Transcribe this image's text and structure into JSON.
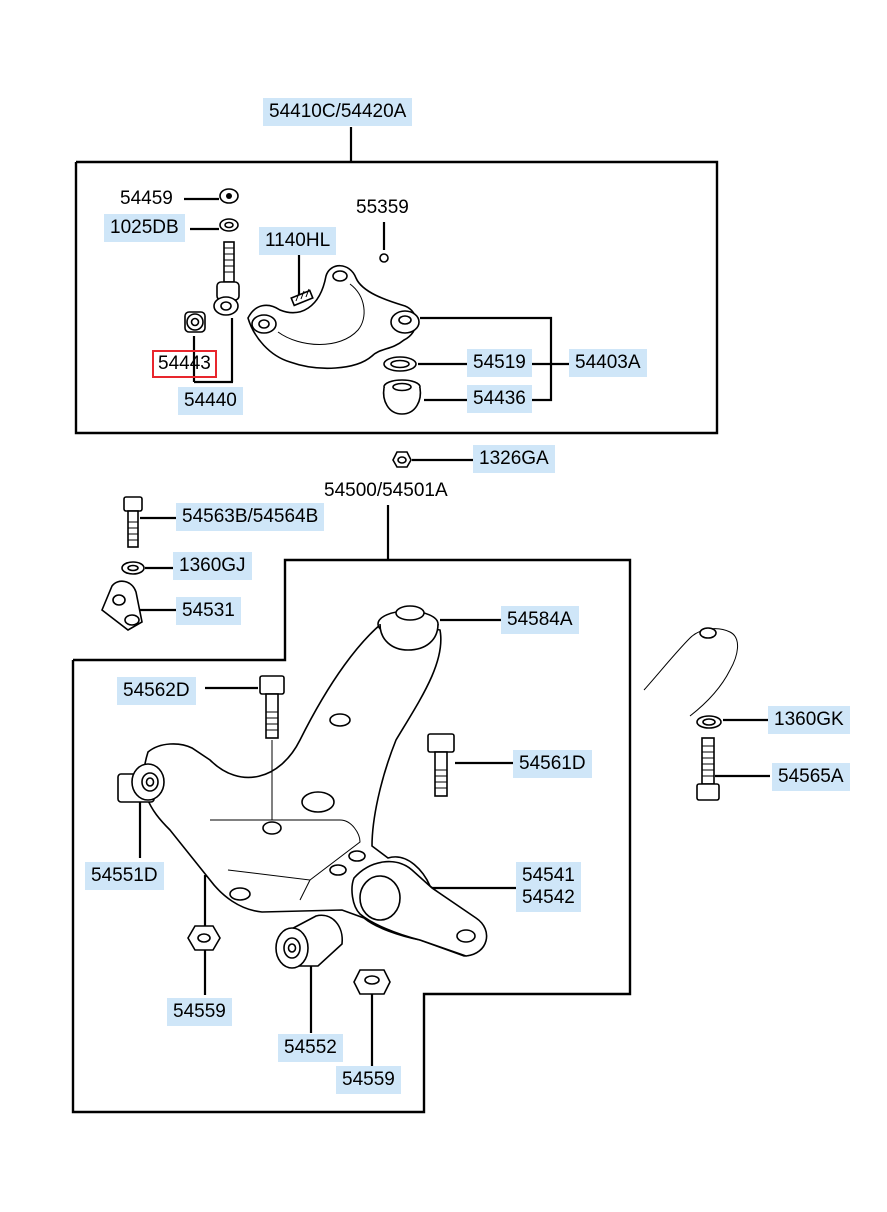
{
  "labels": {
    "upper_arm_assy": "54410C/54420A",
    "nut_54459": "54459",
    "washer_1025db": "1025DB",
    "bolt_55359": "55359",
    "bolt_1140hl": "1140HL",
    "bushing_54443": "54443",
    "link_54440": "54440",
    "ring_54519": "54519",
    "ball_joint_54403a": "54403A",
    "boot_54436": "54436",
    "nut_1326ga": "1326GA",
    "lower_arm_assy": "54500/54501A",
    "bolt_54563b": "54563B/54564B",
    "washer_1360gj": "1360GJ",
    "bracket_54531": "54531",
    "bushing_54584a": "54584A",
    "bolt_54562d": "54562D",
    "bolt_54561d": "54561D",
    "bushing_54551d": "54551D",
    "bracket_54541": "54541",
    "bracket_54542": "54542",
    "nut_54559_left": "54559",
    "bushing_54552": "54552",
    "nut_54559_right": "54559",
    "washer_1360gk": "1360GK",
    "bolt_54565a": "54565A"
  },
  "highlight": {
    "part": "54443",
    "color": "#e8262d"
  },
  "label_fill": "#cfe6f8"
}
